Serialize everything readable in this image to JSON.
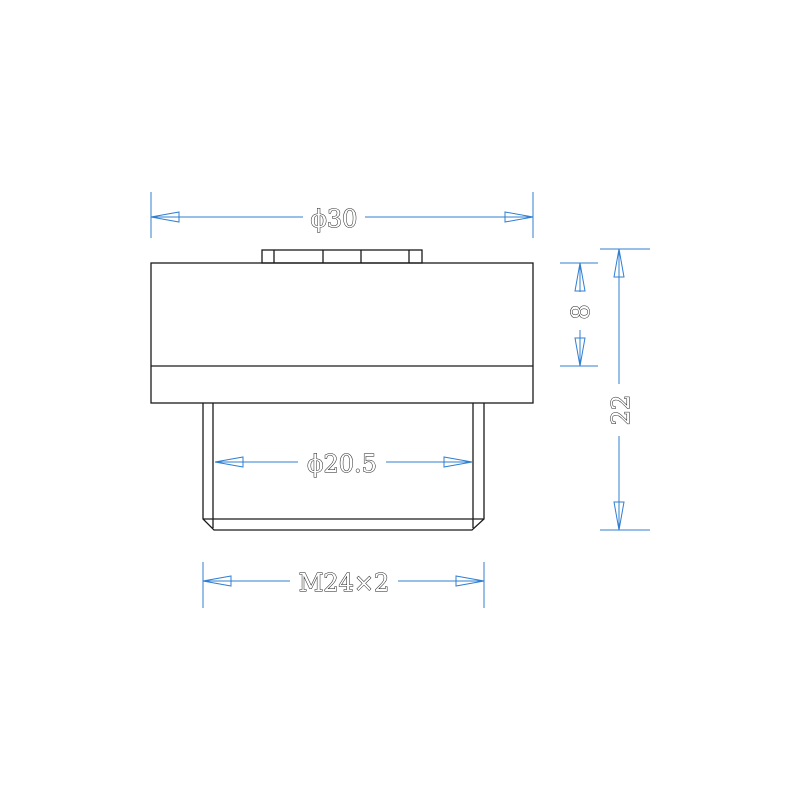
{
  "dimensions": {
    "outer_diameter": "ϕ30",
    "inner_diameter": "ϕ20.5",
    "thread": "M24×2",
    "top_height": "8",
    "total_height": "22"
  },
  "colors": {
    "part_stroke": "#1a1a1a",
    "dimension_stroke": "#2f7fd1",
    "background": "#ffffff"
  }
}
